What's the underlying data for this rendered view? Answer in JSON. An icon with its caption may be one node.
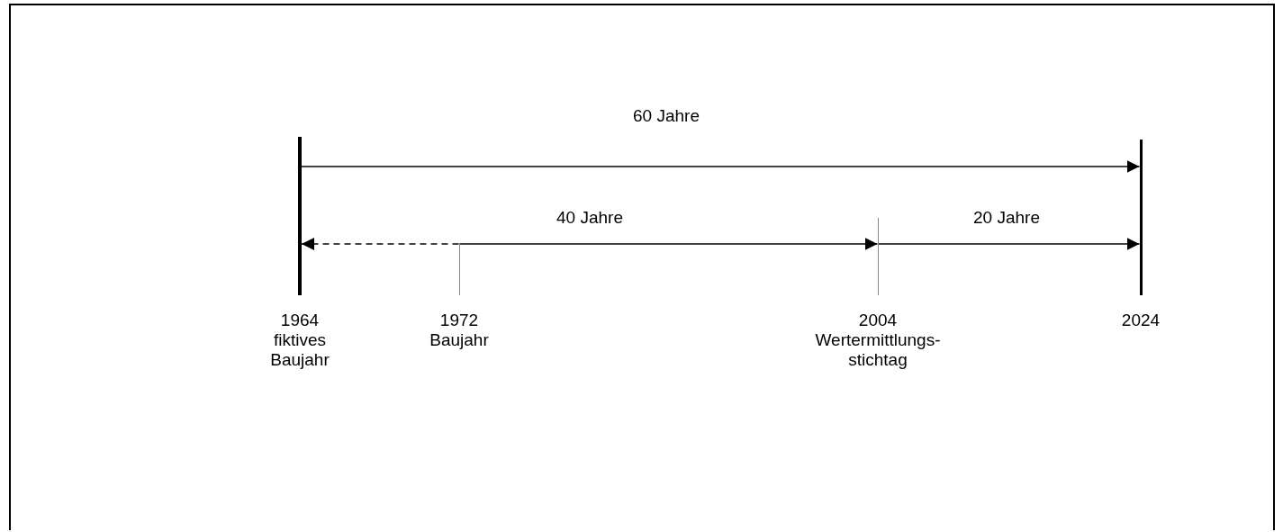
{
  "diagram": {
    "nodes": [
      {
        "text": [],
        "shape": "bar",
        "beside": [
          "1964 fiktives Baujahr"
        ]
      },
      {
        "text": [],
        "shape": "bar",
        "beside": [
          "1972 Baujahr"
        ]
      },
      {
        "text": [],
        "shape": "bar",
        "beside": [
          "2004 Wertermittlungs- stichtag"
        ]
      },
      {
        "text": [],
        "shape": "bar",
        "beside": [
          "2024"
        ]
      }
    ],
    "edges": [
      {
        "from": 0,
        "to": 3,
        "arrow": "to",
        "label": "60 Jahre"
      },
      {
        "from": 1,
        "to": 2,
        "arrow": "to",
        "label": "40 Jahre"
      },
      {
        "from": 1,
        "to": 0,
        "arrow": "to",
        "style": "dashed"
      },
      {
        "from": 2,
        "to": 3,
        "arrow": "to",
        "label": "20 Jahre"
      }
    ]
  }
}
